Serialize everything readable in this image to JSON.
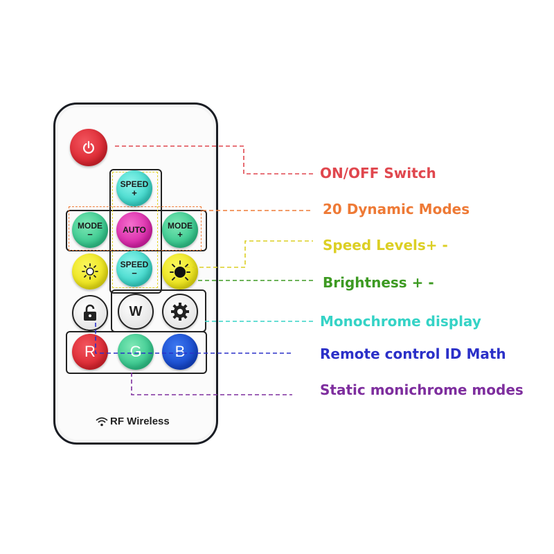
{
  "remote": {
    "speed_up": [
      "SPEED",
      "+"
    ],
    "speed_down": [
      "SPEED",
      "−"
    ],
    "mode_down": [
      "MODE",
      "−"
    ],
    "mode_up": [
      "MODE",
      "+"
    ],
    "auto": "AUTO",
    "w": "W",
    "r": "R",
    "g": "G",
    "b": "B",
    "rf": "RF Wireless"
  },
  "labels": {
    "on_off": "ON/OFF Switch",
    "dynamic": "20 Dynamic Modes",
    "speed": "Speed Levels+ -",
    "brightness": "Brightness + -",
    "mono_display": "Monochrome  display",
    "id_match": "Remote control ID Math",
    "static_modes": "Static monichrome modes"
  },
  "colors": {
    "on_off": "#e0474e",
    "dynamic": "#ee7a36",
    "speed": "#dccf24",
    "brightness": "#3d9a22",
    "mono_display": "#35d3c6",
    "id_match": "#2b30c8",
    "static_modes": "#7e2e9e"
  }
}
